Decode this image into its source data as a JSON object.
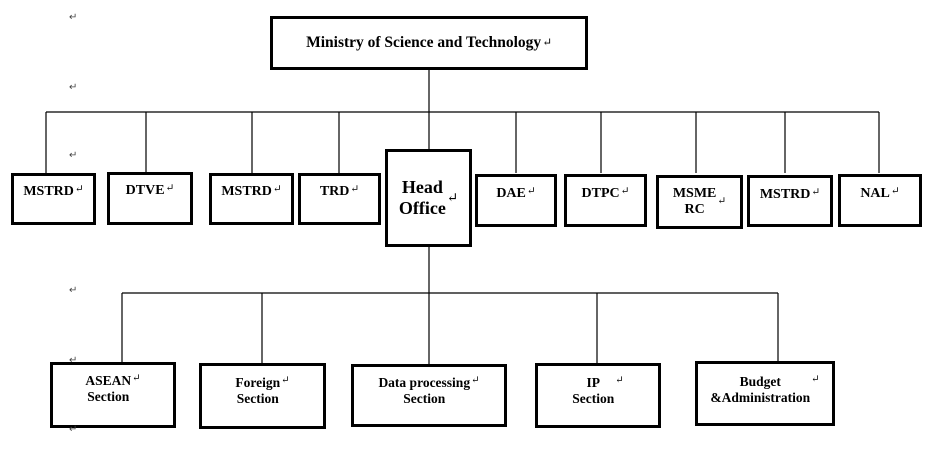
{
  "top": {
    "label": "Ministry of Science and Technology"
  },
  "head_office": {
    "label": "Head\nOffice"
  },
  "departments": [
    {
      "id": "mstrd-1",
      "label": "MSTRD"
    },
    {
      "id": "dtve",
      "label": "DTVE"
    },
    {
      "id": "mstrd-2",
      "label": "MSTRD"
    },
    {
      "id": "trd",
      "label": "TRD"
    },
    {
      "id": "dae",
      "label": "DAE"
    },
    {
      "id": "dtpc",
      "label": "DTPC"
    },
    {
      "id": "msme-rc",
      "label": "MSME\nRC"
    },
    {
      "id": "mstrd-3",
      "label": "MSTRD"
    },
    {
      "id": "nal",
      "label": "NAL"
    }
  ],
  "sections": [
    {
      "id": "asean",
      "label": "ASEAN\nSection"
    },
    {
      "id": "foreign",
      "label": "Foreign\nSection"
    },
    {
      "id": "data-processing",
      "label": "Data processing\nSection"
    },
    {
      "id": "ip",
      "label": "IP\nSection"
    },
    {
      "id": "budget",
      "label": "Budget\n&Administration"
    }
  ],
  "marks": {
    "paragraph": "↵"
  }
}
